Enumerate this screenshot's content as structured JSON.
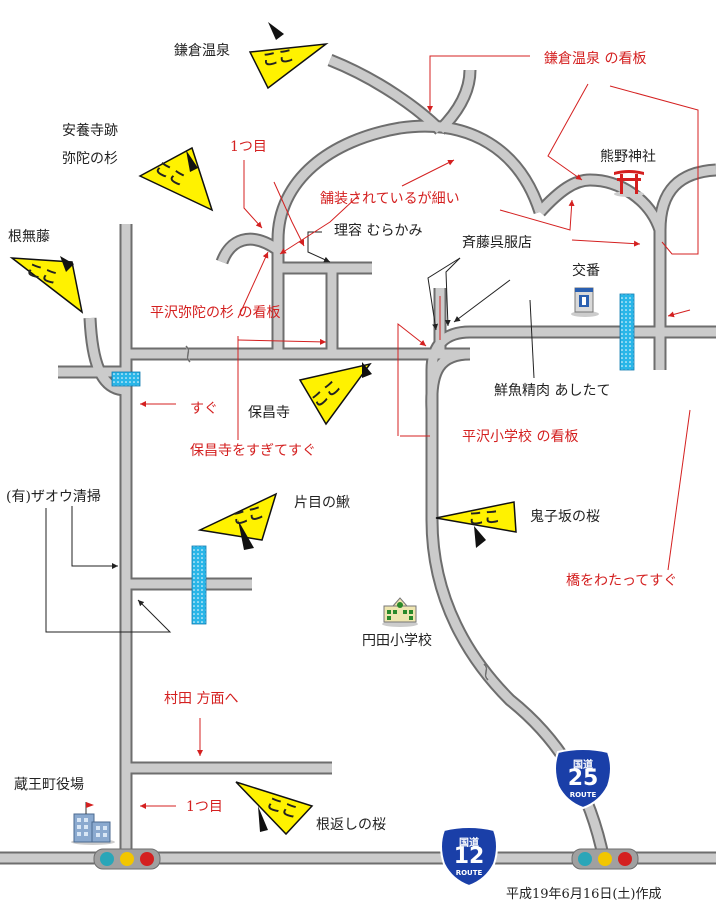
{
  "places": {
    "kamakura_onsen": "鎌倉温泉",
    "anyoji_ato": "安養寺跡",
    "mida_sugi": "弥陀の杉",
    "nenashi_fuji": "根無藤",
    "kumano_jinja": "熊野神社",
    "riyou_murakami": "理容 むらかみ",
    "saito_gofuku": "斉藤呉服店",
    "koban": "交番",
    "sengyo_ashitate": "鮮魚精肉 あしたて",
    "hoshoji": "保昌寺",
    "zaou_seiso": "(有)ザオウ清掃",
    "katame_kajika": "片目の鰍",
    "onikosaka": "鬼子坂の桜",
    "enda_shogakko": "円田小学校",
    "zao_yakuba": "蔵王町役場",
    "negaeshi": "根返しの桜"
  },
  "annotations": {
    "kamakura_sign": "鎌倉温泉 の看板",
    "hitotsume_top": "1つ目",
    "hosou": "舗装されているが細い",
    "hirasawa_mida_sign": "平沢弥陀の杉 の看板",
    "sugu": "すぐ",
    "hoshoji_sugi": "保昌寺をすぎてすぐ",
    "hirasawa_school_sign": "平沢小学校 の看板",
    "hashi": "橋をわたってすぐ",
    "murata": "村田 方面へ",
    "hitotsume_bottom": "1つ目"
  },
  "route_badges": [
    {
      "label": "国道",
      "number": "25",
      "sub": "ROUTE"
    },
    {
      "label": "国道",
      "number": "12",
      "sub": "ROUTE"
    }
  ],
  "footer_date": "平成19年6月16日(土)作成",
  "sign_text": "ここ",
  "colors": {
    "road": "#cbcbcb",
    "road_edge": "#6e6e6e",
    "annotation": "#d42020",
    "sign": "#fff200",
    "bridge": "#29b6e8",
    "route_blue": "#1a3fa8"
  }
}
